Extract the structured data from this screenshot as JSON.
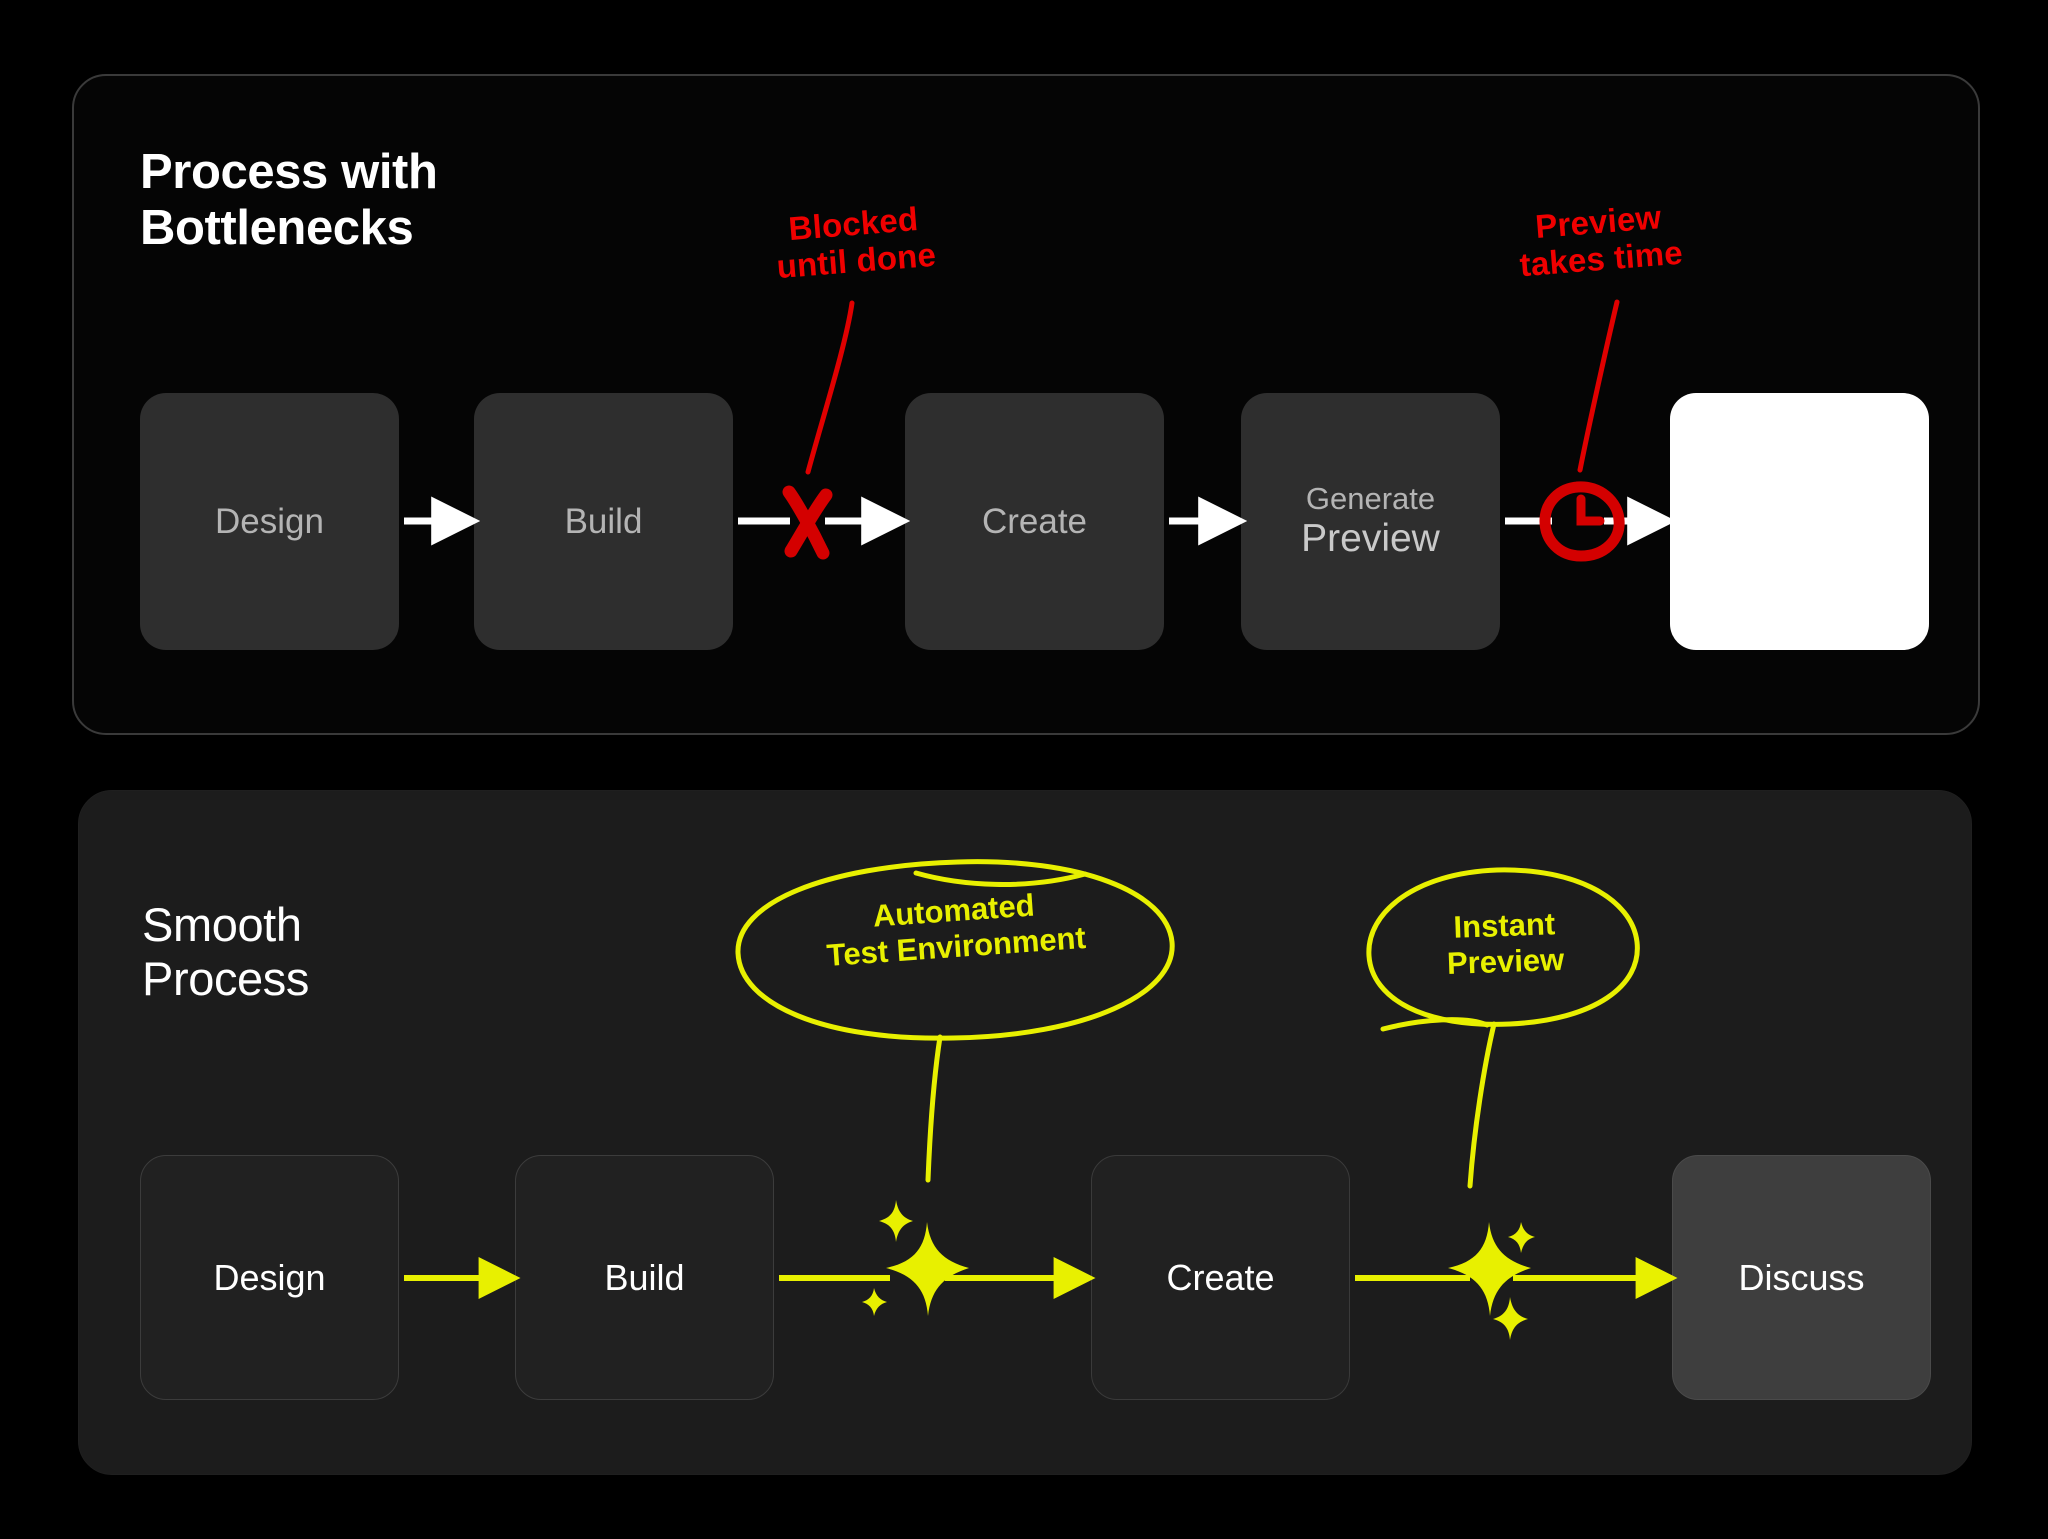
{
  "colors": {
    "background": "#000000",
    "panel_bottlenecks_bg": "#050505",
    "panel_smooth_bg": "#1c1c1c",
    "node_row1_bg": "#2e2e2e",
    "node_row2_bg": "#212121",
    "node_discuss_bg": "#3e3e3e",
    "node_blank_bg": "#ffffff",
    "accent_red": "#f00000",
    "accent_yellow": "#e8f000",
    "arrow_row1": "#ffffff",
    "arrow_row2": "#e8f000",
    "text_muted": "#b4b4b4",
    "text_white": "#ffffff"
  },
  "panels": [
    {
      "id": "bottlenecks",
      "title": "Process with\nBottlenecks",
      "flow": {
        "arrow_color": "#ffffff",
        "nodes": [
          {
            "id": "design",
            "label": "Design",
            "style": "gray"
          },
          {
            "id": "build",
            "label": "Build",
            "style": "gray"
          },
          {
            "id": "create",
            "label": "Create",
            "style": "gray"
          },
          {
            "id": "genprev",
            "line1": "Generate",
            "line2": "Preview",
            "style": "gray"
          },
          {
            "id": "blank",
            "label": "",
            "style": "white"
          }
        ],
        "markers": [
          {
            "id": "blocked-x",
            "icon": "red-x-icon",
            "color": "#d90000"
          },
          {
            "id": "slow-clock",
            "icon": "red-clock-icon",
            "color": "#d90000"
          }
        ]
      },
      "annotations": [
        {
          "id": "blocked-note",
          "text": "Blocked\nuntil done",
          "color": "#f00000"
        },
        {
          "id": "preview-note",
          "text": "Preview\ntakes time",
          "color": "#f00000"
        }
      ]
    },
    {
      "id": "smooth",
      "title": "Smooth\nProcess",
      "flow": {
        "arrow_color": "#e8f000",
        "nodes": [
          {
            "id": "design",
            "label": "Design",
            "style": "dark"
          },
          {
            "id": "build",
            "label": "Build",
            "style": "dark"
          },
          {
            "id": "create",
            "label": "Create",
            "style": "dark"
          },
          {
            "id": "discuss",
            "label": "Discuss",
            "style": "light"
          }
        ],
        "markers": [
          {
            "id": "sparkle-test",
            "icon": "sparkle-icon",
            "color": "#e8f000"
          },
          {
            "id": "sparkle-preview",
            "icon": "sparkle-icon",
            "color": "#e8f000"
          }
        ]
      },
      "annotations": [
        {
          "id": "automated-test-bubble",
          "text": "Automated\nTest Environment",
          "color": "#e8f000"
        },
        {
          "id": "instant-preview-bubble",
          "text": "Instant\nPreview",
          "color": "#e8f000"
        }
      ]
    }
  ]
}
